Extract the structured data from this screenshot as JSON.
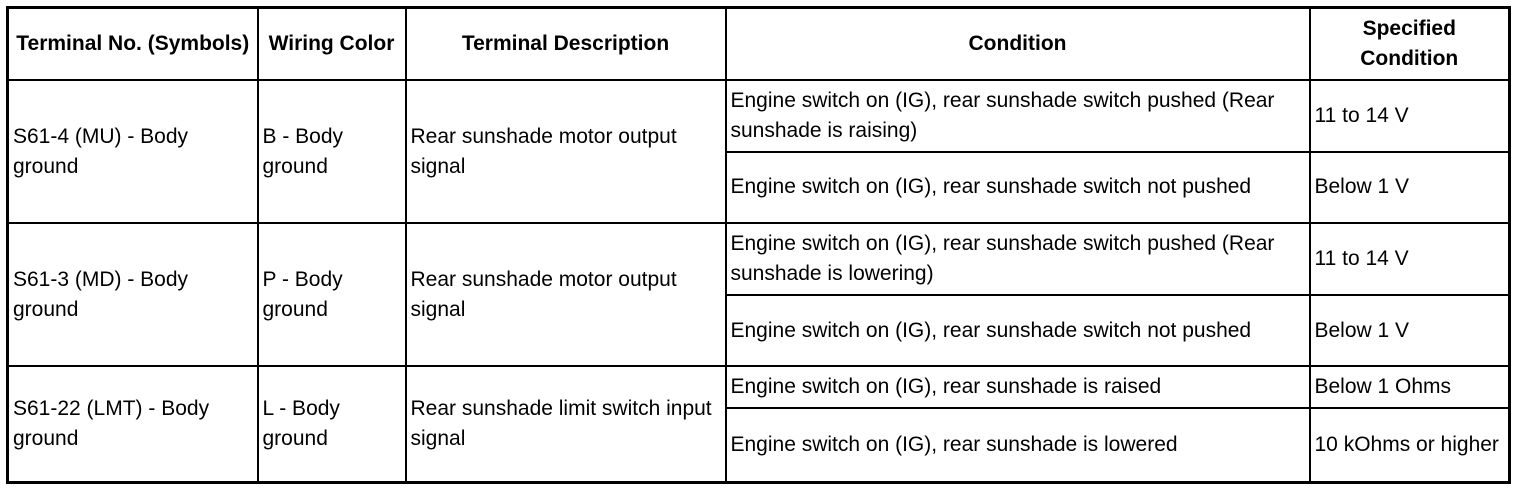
{
  "table": {
    "headers": {
      "terminal": "Terminal No. (Symbols)",
      "wiring": "Wiring Color",
      "description": "Terminal Description",
      "condition": "Condition",
      "specified": "Specified Condition"
    },
    "groups": [
      {
        "terminal": "S61-4 (MU) - Body ground",
        "wiring": "B - Body ground",
        "description": "Rear sunshade motor output signal",
        "rows": [
          {
            "condition": "Engine switch on (IG), rear sunshade switch pushed (Rear sunshade is raising)",
            "specified": "11 to 14 V"
          },
          {
            "condition": "Engine switch on (IG), rear sunshade switch not pushed",
            "specified": "Below 1 V"
          }
        ]
      },
      {
        "terminal": "S61-3 (MD) - Body ground",
        "wiring": "P - Body ground",
        "description": "Rear sunshade motor output signal",
        "rows": [
          {
            "condition": "Engine switch on (IG), rear sunshade switch pushed (Rear sunshade is lowering)",
            "specified": "11 to 14 V"
          },
          {
            "condition": "Engine switch on (IG), rear sunshade switch not pushed",
            "specified": "Below 1 V"
          }
        ]
      },
      {
        "terminal": "S61-22 (LMT) - Body ground",
        "wiring": "L - Body ground",
        "description": "Rear sunshade limit switch input signal",
        "rows": [
          {
            "condition": "Engine switch on (IG), rear sunshade is raised",
            "specified": "Below 1 Ohms"
          },
          {
            "condition": "Engine switch on (IG), rear sunshade is lowered",
            "specified": "10 kOhms or higher"
          }
        ]
      }
    ]
  }
}
